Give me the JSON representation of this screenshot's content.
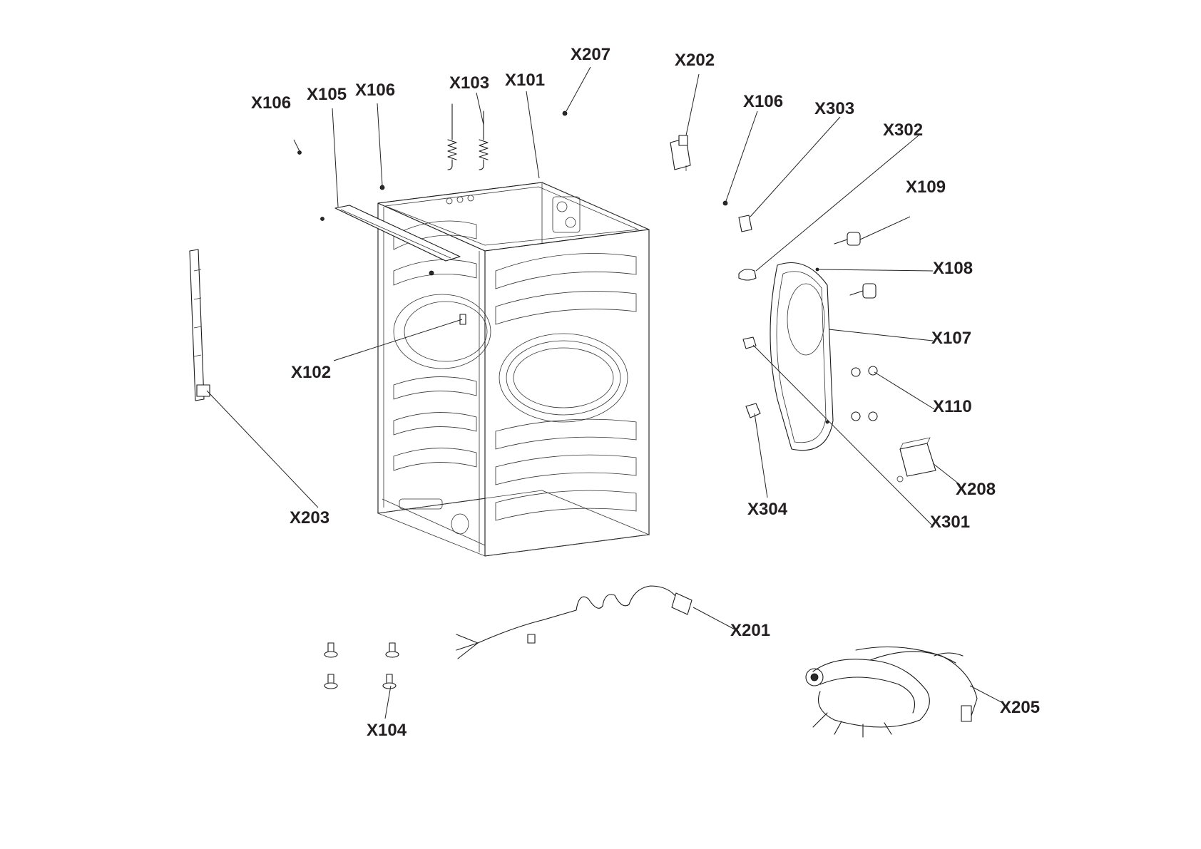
{
  "diagram": {
    "callouts": [
      {
        "id": "x106-a",
        "label": "X106"
      },
      {
        "id": "x105",
        "label": "X105"
      },
      {
        "id": "x106-b",
        "label": "X106"
      },
      {
        "id": "x103",
        "label": "X103"
      },
      {
        "id": "x101",
        "label": "X101"
      },
      {
        "id": "x207",
        "label": "X207"
      },
      {
        "id": "x202",
        "label": "X202"
      },
      {
        "id": "x106-c",
        "label": "X106"
      },
      {
        "id": "x303",
        "label": "X303"
      },
      {
        "id": "x302",
        "label": "X302"
      },
      {
        "id": "x109",
        "label": "X109"
      },
      {
        "id": "x108",
        "label": "X108"
      },
      {
        "id": "x107",
        "label": "X107"
      },
      {
        "id": "x110",
        "label": "X110"
      },
      {
        "id": "x208",
        "label": "X208"
      },
      {
        "id": "x301",
        "label": "X301"
      },
      {
        "id": "x304",
        "label": "X304"
      },
      {
        "id": "x102",
        "label": "X102"
      },
      {
        "id": "x203",
        "label": "X203"
      },
      {
        "id": "x201",
        "label": "X201"
      },
      {
        "id": "x104",
        "label": "X104"
      },
      {
        "id": "x205",
        "label": "X205"
      }
    ]
  }
}
